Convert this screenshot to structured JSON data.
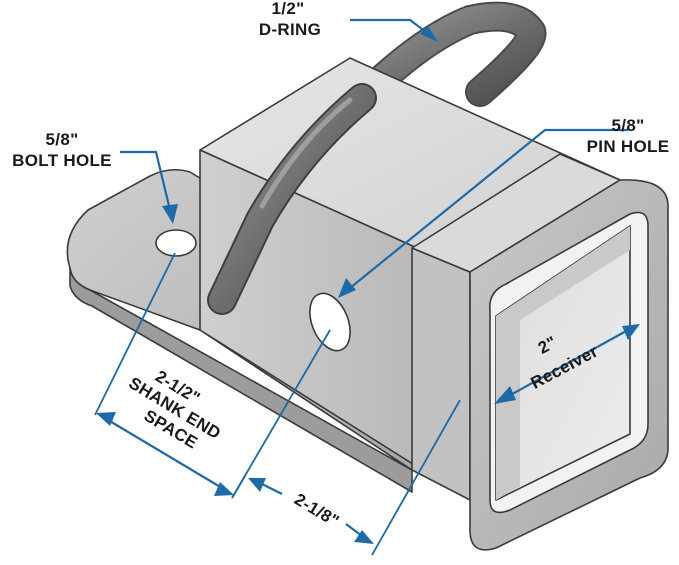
{
  "labels": {
    "d_ring_size": "1/2\"",
    "d_ring_name": "D-RING",
    "pin_hole_size": "5/8\"",
    "pin_hole_name": "PIN HOLE",
    "bolt_hole_size": "5/8\"",
    "bolt_hole_name": "BOLT HOLE",
    "receiver_size": "2\"",
    "receiver_name": "Receiver",
    "shank_size": "2-1/2\"",
    "shank_line1": "SHANK END",
    "shank_line2": "SPACE",
    "depth_size": "2-1/8\""
  },
  "colors": {
    "arrow": "#1d6aa8",
    "metal_light": "#d6d6d6",
    "metal_mid": "#bdbdbd",
    "metal_dark": "#8f8f8f"
  }
}
